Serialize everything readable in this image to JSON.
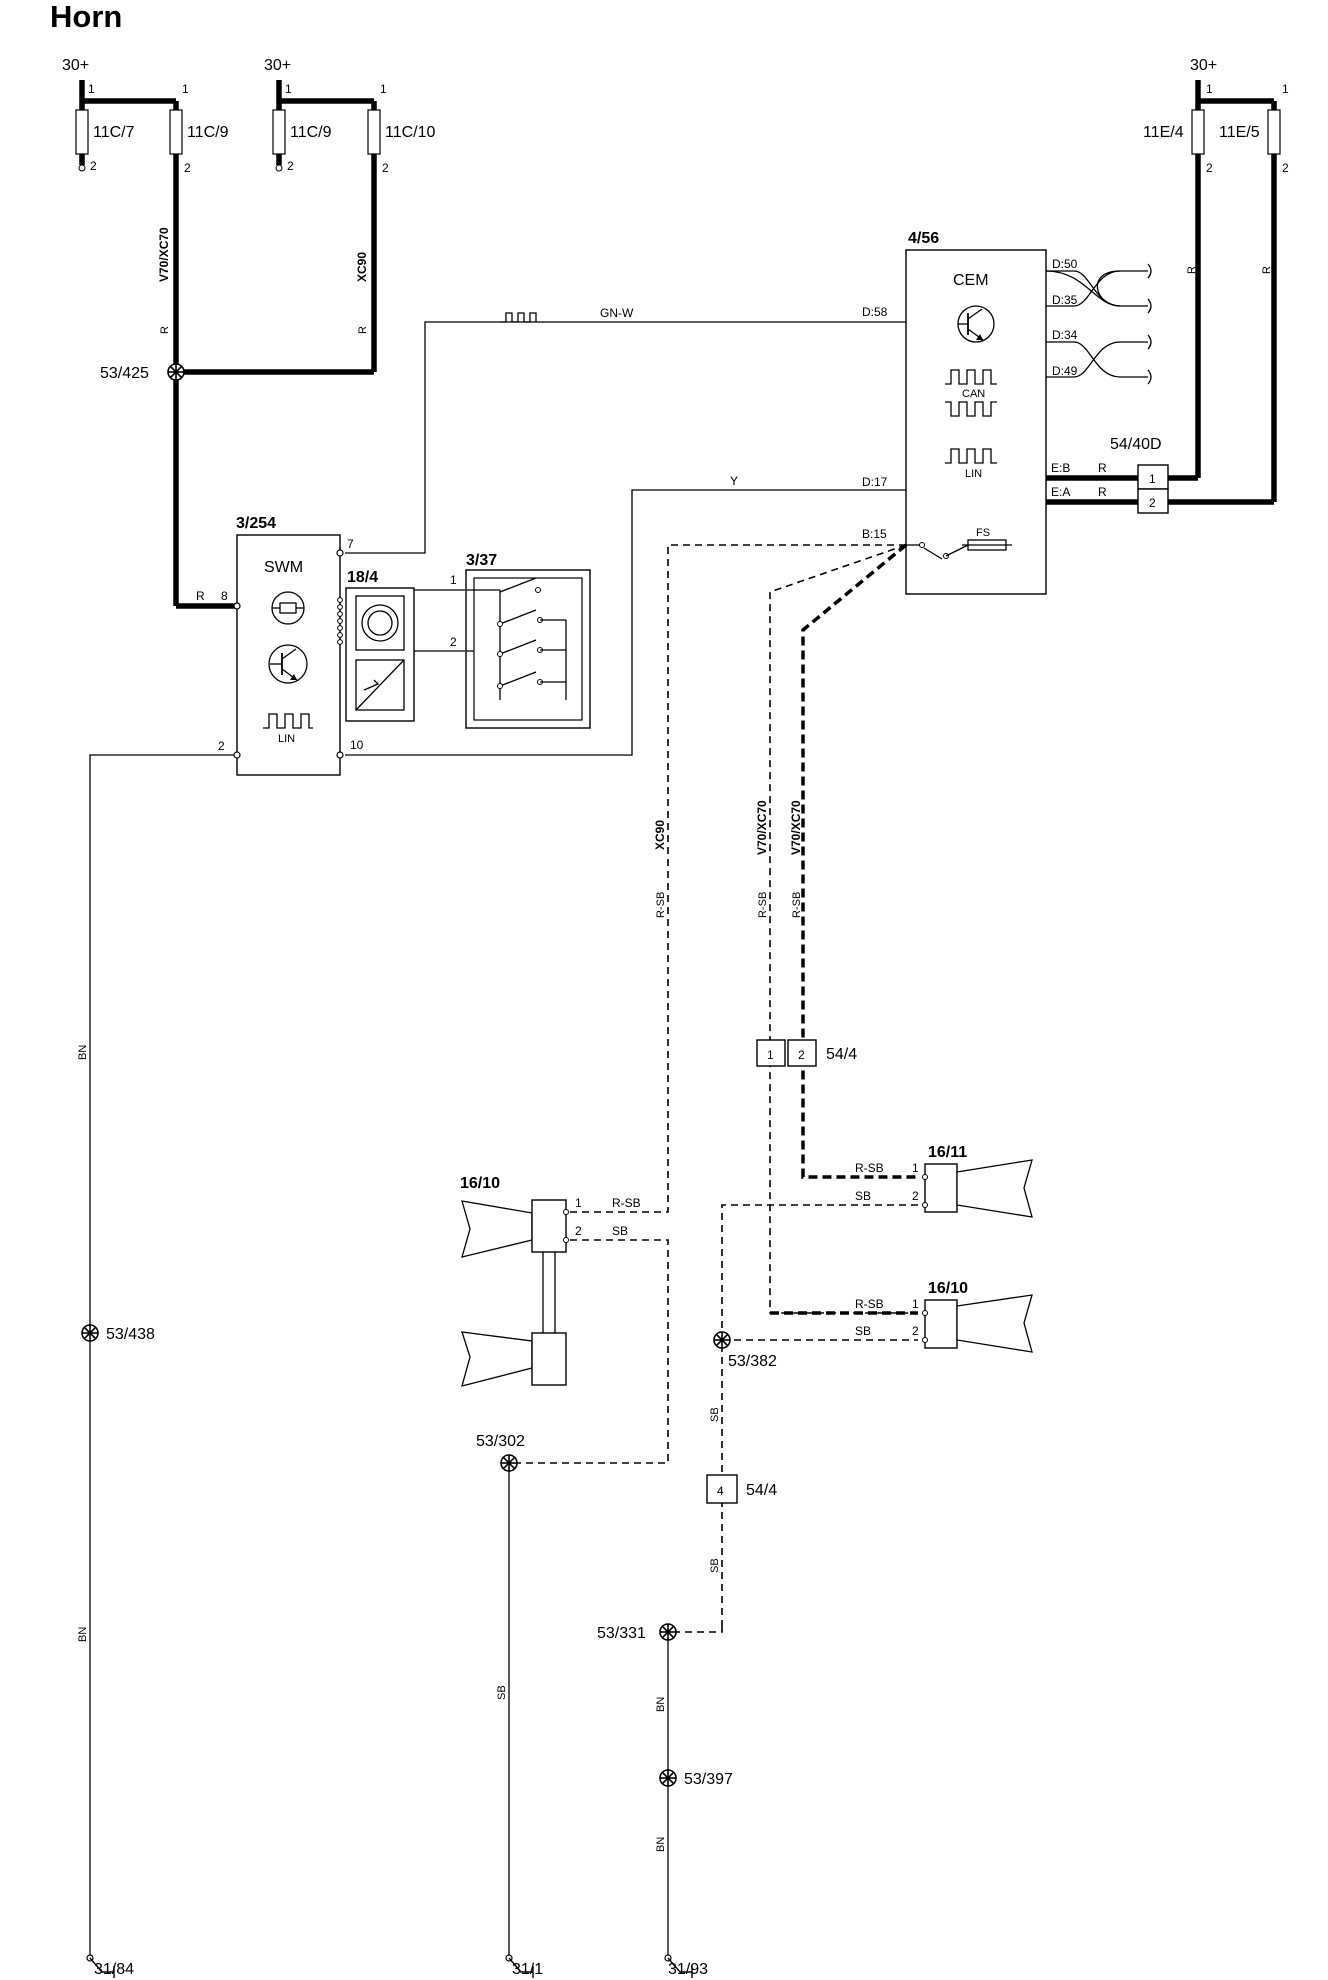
{
  "title": "Horn",
  "power": {
    "p1": "30+",
    "p2": "30+",
    "p3": "30+"
  },
  "fuses": {
    "f1": "11C/7",
    "f2": "11C/9",
    "f3": "11C/9",
    "f4": "11C/10",
    "f5": "11E/4",
    "f6": "11E/5"
  },
  "pins": {
    "one": "1",
    "two": "2",
    "four": "4",
    "seven": "7",
    "eight": "8",
    "ten": "10"
  },
  "variants": {
    "v70": "V70/XC70",
    "xc90": "XC90"
  },
  "wires": {
    "r": "R",
    "bn": "BN",
    "sb": "SB",
    "rsb": "R-SB",
    "gnw": "GN-W",
    "y": "Y"
  },
  "splices": {
    "s425": "53/425",
    "s438": "53/438",
    "s302": "53/302",
    "s382": "53/382",
    "s331": "53/331",
    "s397": "53/397"
  },
  "components": {
    "swm": {
      "id": "3/254",
      "label": "SWM",
      "lin": "LIN"
    },
    "clock": {
      "id": "18/4"
    },
    "switch": {
      "id": "3/37"
    },
    "cem": {
      "id": "4/56",
      "label": "CEM",
      "can": "CAN",
      "lin": "LIN",
      "fs": "FS",
      "pins": {
        "d50": "D:50",
        "d35": "D:35",
        "d34": "D:34",
        "d49": "D:49",
        "d58": "D:58",
        "d17": "D:17",
        "b15": "B:15",
        "eb": "E:B",
        "ea": "E:A"
      }
    },
    "connectors": {
      "c40d": "54/40D",
      "c4a": "54/4",
      "c4b": "54/4"
    },
    "horns": {
      "h1": "16/10",
      "h2": "16/11",
      "h3": "16/10"
    }
  },
  "grounds": {
    "g1": "31/84",
    "g2": "31/1",
    "g3": "31/93"
  }
}
